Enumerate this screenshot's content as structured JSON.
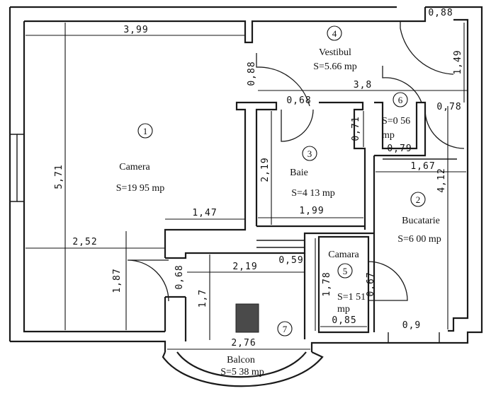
{
  "rooms": {
    "r1": {
      "number": "1",
      "name": "Camera",
      "area": "S=19 95 mp"
    },
    "r2": {
      "number": "2",
      "name": "Bucatarie",
      "area": "S=6 00 mp"
    },
    "r3": {
      "number": "3",
      "name": "Baie",
      "area": "S=4 13 mp"
    },
    "r4": {
      "number": "4",
      "name": "Vestibul",
      "area": "S=5.66 mp"
    },
    "r5": {
      "number": "5",
      "name": "Camara",
      "area": "S=1 51",
      "unit": "mp"
    },
    "r6": {
      "number": "6",
      "area": "S=0 56",
      "unit": "mp"
    },
    "r7": {
      "number": "7",
      "name": "Balcon",
      "area": "S=5 38 mp"
    }
  },
  "dims": {
    "d399": "3,99",
    "d571": "5,71",
    "d252": "2,52",
    "d147": "1,47",
    "d187": "1,87",
    "d068a": "0,68",
    "d219h": "2,19",
    "d17": "1,7",
    "d276": "2,76",
    "d088a": "0,88",
    "d068b": "0,68",
    "d38": "3,8",
    "d219v": "2,19",
    "d199": "1,99",
    "d071": "0,71",
    "d079": "0,79",
    "d167": "1,67",
    "d412": "4,12",
    "d088b": "0,88",
    "d149": "1,49",
    "d078": "0,78",
    "d059": "0,59",
    "d178": "1,78",
    "d067": "0,67",
    "d085": "0,85",
    "d09": "0,9"
  }
}
